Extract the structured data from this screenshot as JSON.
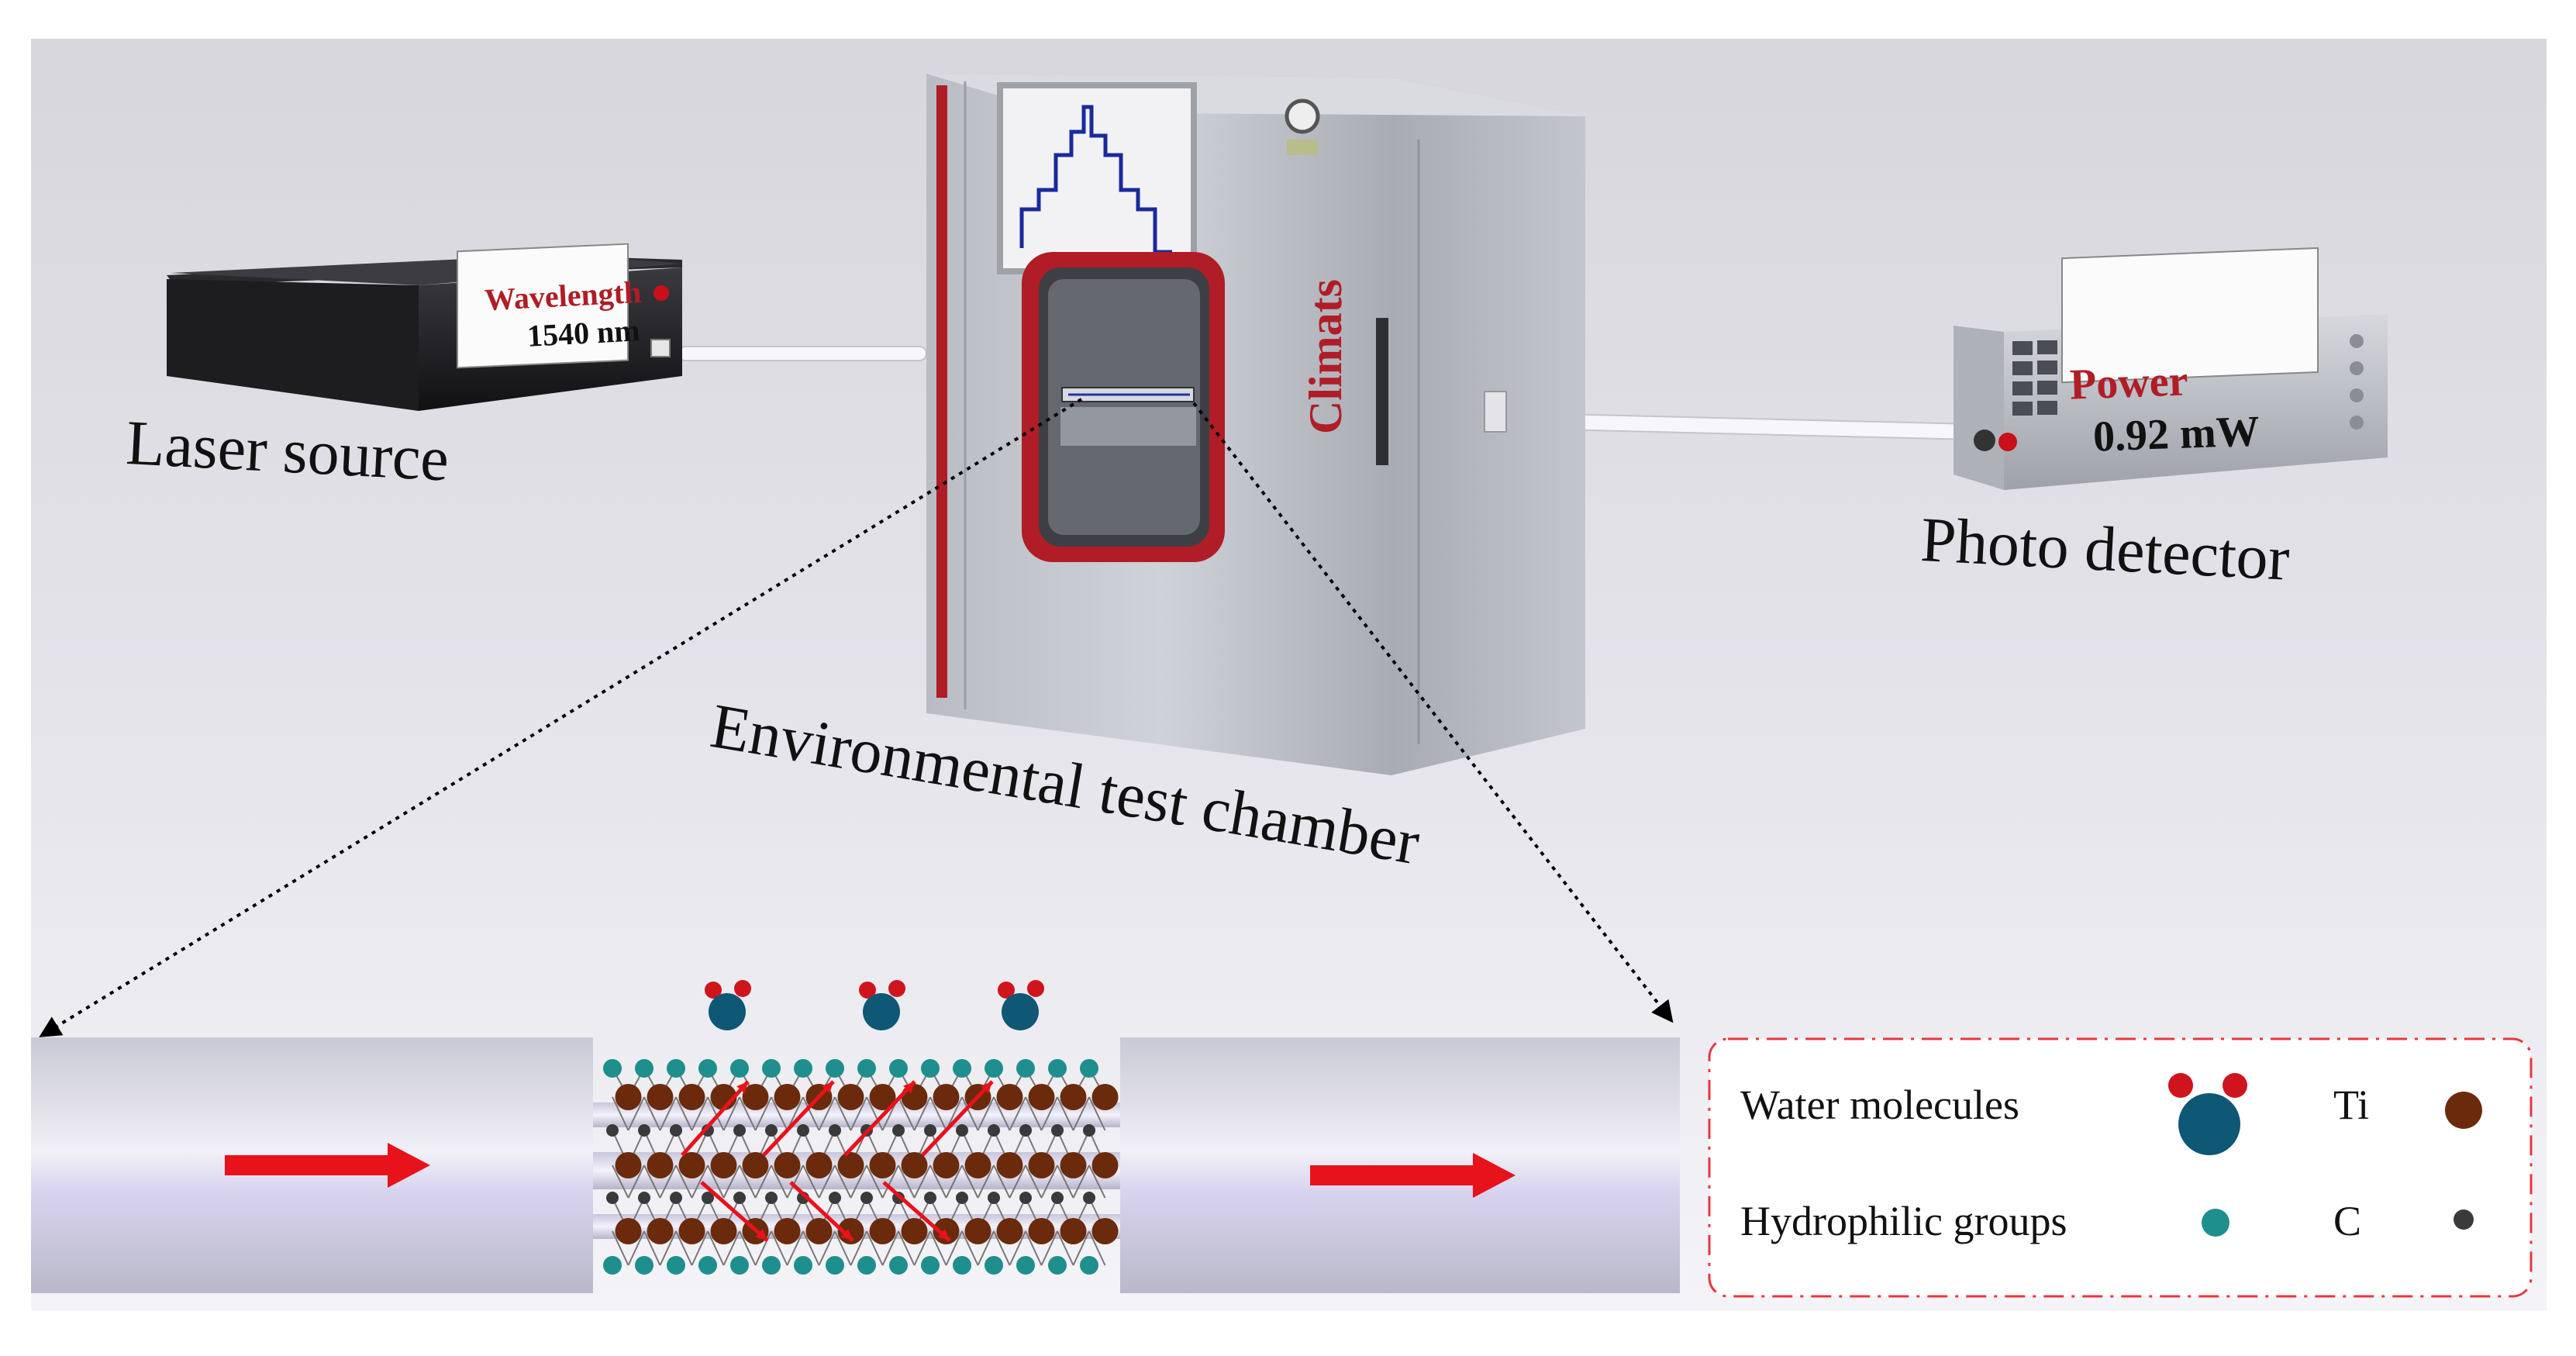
{
  "labels": {
    "laser_source": "Laser source",
    "photo_detector": "Photo detector",
    "chamber": "Environmental test chamber"
  },
  "laser_display": {
    "title": "Wavelength",
    "value": "1540 nm"
  },
  "detector_display": {
    "title": "Power",
    "value": "0.92 mW"
  },
  "chamber_brand": "Climats",
  "legend": {
    "water": "Water molecules",
    "ti": "Ti",
    "hydrophilic": "Hydrophilic groups",
    "c": "C"
  },
  "colors": {
    "ti": "#6b2a0c",
    "c": "#3a3a3a",
    "hydrophilic": "#1e8f8c",
    "water_o": "#0e5775",
    "water_h": "#d0141d",
    "arrow": "#e8121a",
    "brand": "#b01d26"
  }
}
